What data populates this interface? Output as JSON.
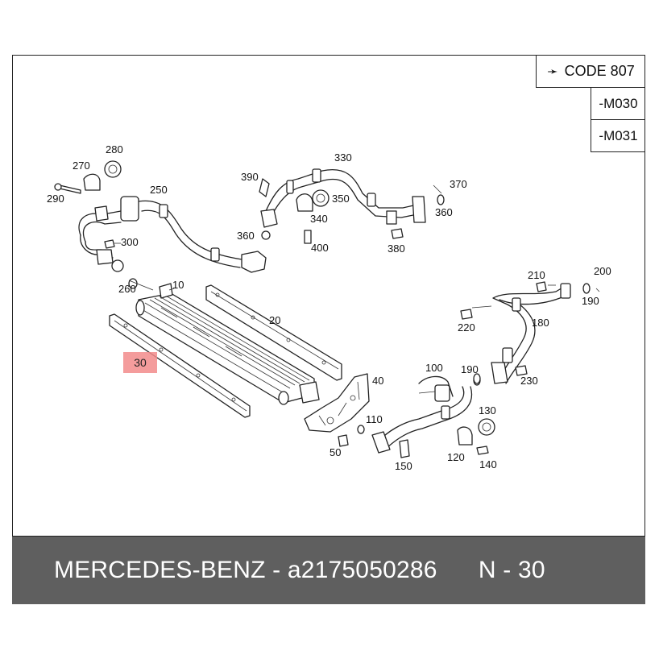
{
  "code_box": {
    "arrow": "➛",
    "label": "CODE 807"
  },
  "options": [
    "-M030",
    "-M031"
  ],
  "highlight": {
    "label": "30",
    "color": "#f28b8b"
  },
  "footer": {
    "text": "MERCEDES-BENZ - a2175050286      N - 30",
    "background": "#5f5f5f"
  },
  "callouts": {
    "c10": "10",
    "c20": "20",
    "c40": "40",
    "c50": "50",
    "c100": "100",
    "c110": "110",
    "c120": "120",
    "c130": "130",
    "c140": "140",
    "c150": "150",
    "c180": "180",
    "c190a": "190",
    "c190b": "190",
    "c200": "200",
    "c210": "210",
    "c220": "220",
    "c230": "230",
    "c250": "250",
    "c260": "260",
    "c270": "270",
    "c280": "280",
    "c290": "290",
    "c300": "300",
    "c330": "330",
    "c340": "340",
    "c350": "350",
    "c360a": "360",
    "c360b": "360",
    "c370": "370",
    "c380": "380",
    "c390": "390",
    "c400": "400"
  }
}
